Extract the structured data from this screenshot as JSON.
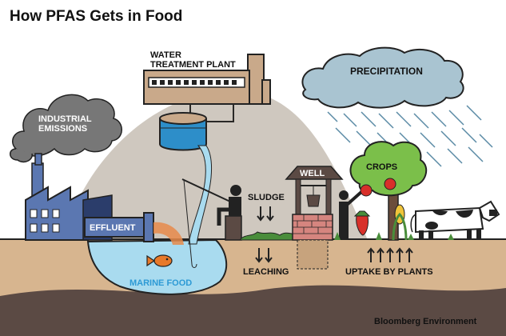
{
  "title": "How PFAS Gets in Food",
  "labels": {
    "water_plant_line1": "WATER",
    "water_plant_line2": "TREATMENT PLANT",
    "precipitation": "PRECIPITATION",
    "industrial_line1": "INDUSTRIAL",
    "industrial_line2": "EMISSIONS",
    "effluent": "EFFLUENT",
    "sludge": "SLUDGE",
    "well": "WELL",
    "crops": "CROPS",
    "marine_food": "MARINE FOOD",
    "leaching": "LEACHING",
    "uptake": "UPTAKE BY PLANTS"
  },
  "credit": "Bloomberg Environment",
  "colors": {
    "sky": "#ffffff",
    "hill": "#cfc8bf",
    "ground": "#d7b58f",
    "ground_dark": "#5b4a44",
    "water": "#a9dbef",
    "water_label": "#2d9ad5",
    "factory": "#5b77b1",
    "cloud": "#a9c4d1",
    "smoke": "#777777",
    "plant": "#c9a98a",
    "grass": "#4a8d3b",
    "tree": "#7bbf4a",
    "brick": "#d6857f",
    "outline": "#222222"
  }
}
